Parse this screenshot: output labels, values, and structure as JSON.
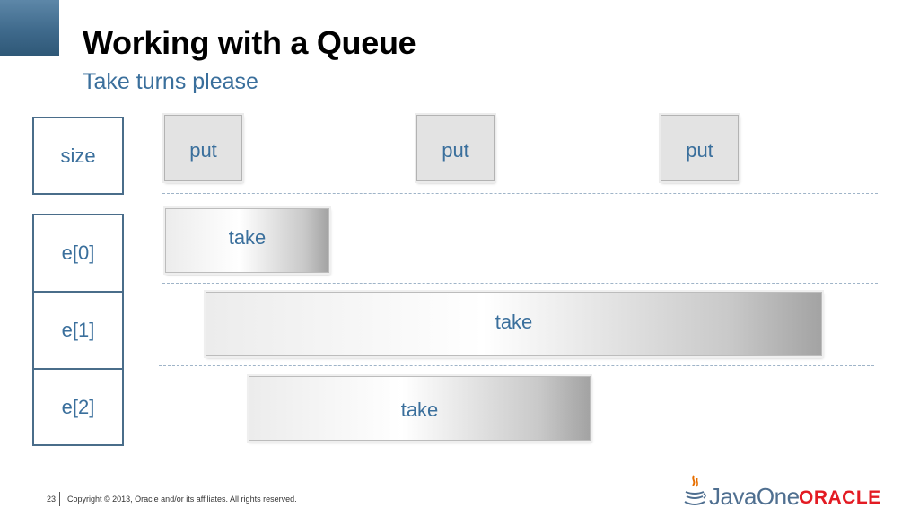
{
  "slide": {
    "title": "Working with a Queue",
    "subtitle": "Take turns please"
  },
  "cells": {
    "size": "size",
    "e0": "e[0]",
    "e1": "e[1]",
    "e2": "e[2]"
  },
  "operations": {
    "put_1": "put",
    "put_2": "put",
    "put_3": "put",
    "take_1": "take",
    "take_2": "take",
    "take_3": "take"
  },
  "footer": {
    "slide_number": "23",
    "copyright": "Copyright © 2013, Oracle and/or its affiliates. All rights reserved.",
    "javaone_logo_text": "JavaOne",
    "oracle_logo_text": "ORACLE"
  },
  "colors": {
    "accent": "#3a6f9c",
    "cell_border": "#4a6d8a",
    "oracle_red": "#e31b23"
  }
}
